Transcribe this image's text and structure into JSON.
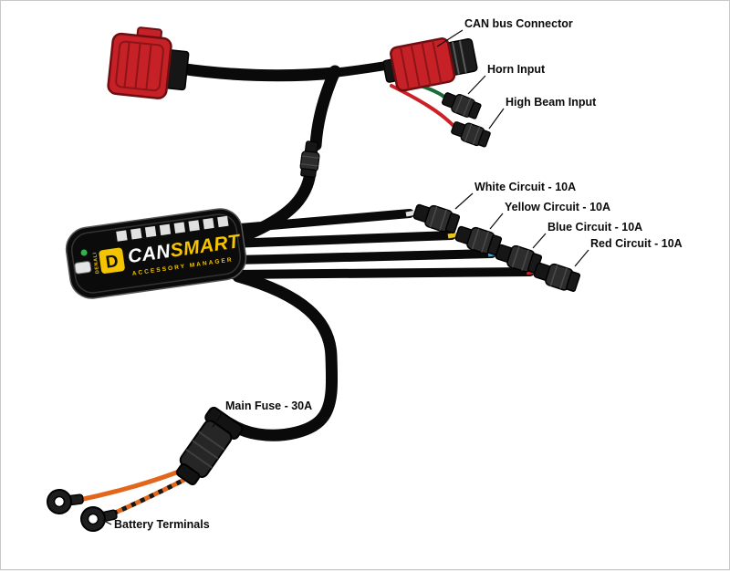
{
  "labels": {
    "can_bus": "CAN bus Connector",
    "horn": "Horn Input",
    "high_beam": "High Beam Input",
    "white_circuit": "White Circuit - 10A",
    "yellow_circuit": "Yellow Circuit - 10A",
    "blue_circuit": "Blue Circuit - 10A",
    "red_circuit": "Red Circuit - 10A",
    "main_fuse": "Main Fuse - 30A",
    "battery": "Battery Terminals"
  },
  "device": {
    "brand": "DENALI",
    "logo_letter": "D",
    "name_part1": "CAN",
    "name_part2": "SMART",
    "subtitle": "ACCESSORY MANAGER"
  },
  "colors": {
    "connector_red": "#c62127",
    "connector_red_dark": "#6f0e12",
    "wire_green": "#1d6b3a",
    "wire_red": "#cc2027",
    "wire_orange": "#e2661c",
    "wire_yellow": "#e6c31d",
    "wire_blue": "#3fa8d8",
    "wire_white": "#e4e4e4",
    "accent_yellow": "#f5c400",
    "led_green": "#2db34a"
  }
}
